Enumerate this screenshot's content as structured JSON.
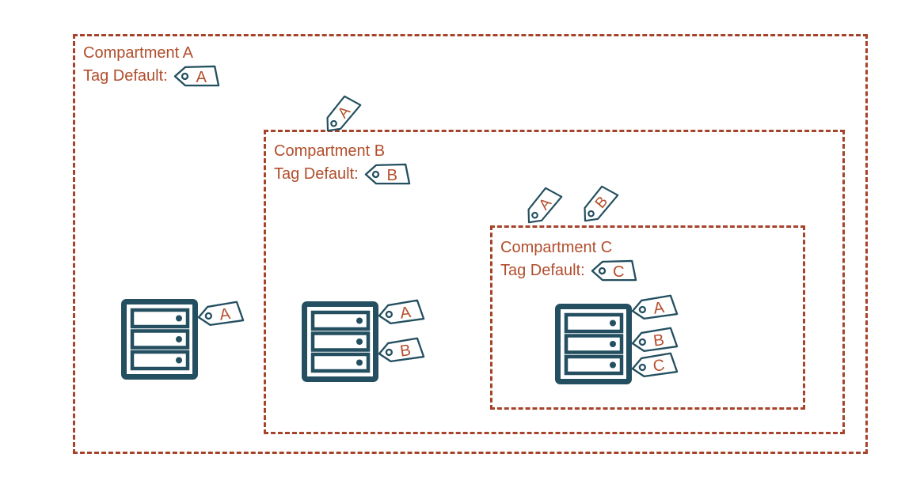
{
  "colors": {
    "compartment_border": "#a6432a",
    "compartment_text": "#b14e2c",
    "icon_outline": "#234f60",
    "tag_letter": "#b5502e",
    "bg": "#ffffff"
  },
  "compartments": [
    {
      "label": "Compartment A",
      "tag_default_label": "Tag Default:",
      "default_tag": "A",
      "inherited_tags": [],
      "server": {
        "tags": [
          "A"
        ]
      }
    },
    {
      "label": "Compartment B",
      "tag_default_label": "Tag Default:",
      "default_tag": "B",
      "inherited_tags": [
        "A"
      ],
      "server": {
        "tags": [
          "A",
          "B"
        ]
      }
    },
    {
      "label": "Compartment C",
      "tag_default_label": "Tag Default:",
      "default_tag": "C",
      "inherited_tags": [
        "A",
        "B"
      ],
      "server": {
        "tags": [
          "A",
          "B",
          "C"
        ]
      }
    }
  ]
}
